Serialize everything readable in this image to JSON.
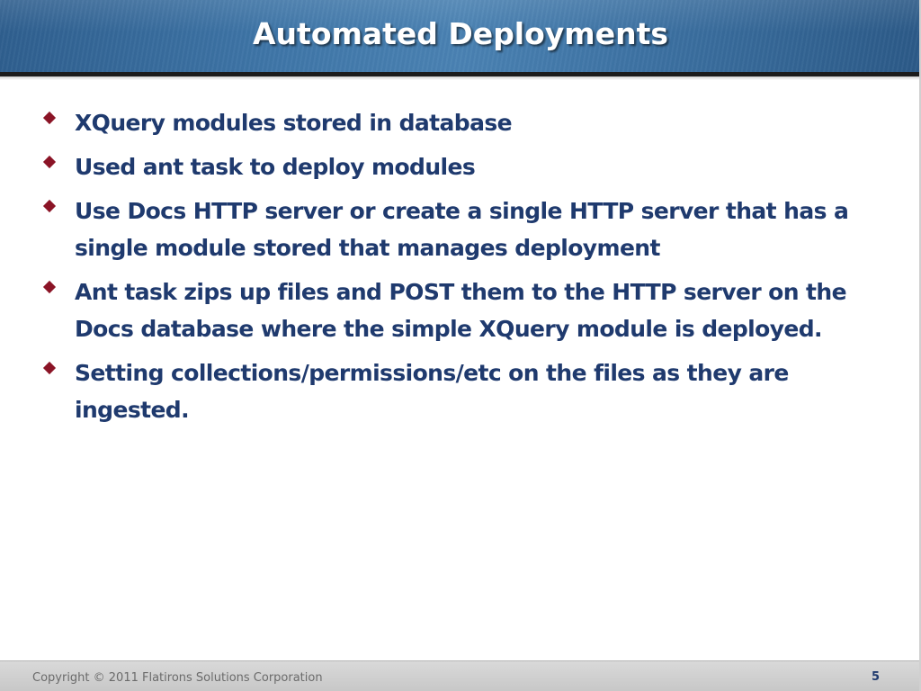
{
  "slide": {
    "title": "Automated Deployments",
    "bullets": [
      {
        "text": "XQuery modules stored in database"
      },
      {
        "text": "Used ant task to deploy modules"
      },
      {
        "text": "Use Docs HTTP server or create a single HTTP server that has a single module stored that manages deployment"
      },
      {
        "text": "Ant task zips up files and POST them to the HTTP server on the Docs database where the simple XQuery module is deployed."
      },
      {
        "text": "Setting collections/permissions/etc on the files as they are ingested."
      }
    ]
  },
  "footer": {
    "copyright": "Copyright © 2011 Flatirons Solutions Corporation",
    "page_number": "5"
  },
  "colors": {
    "title_bar": "#3f76a8",
    "title_text": "#ffffff",
    "body_text": "#1f3a6e",
    "bullet": "#8b1426",
    "footer_bg": "#cfcfcf",
    "footer_text": "#6b6b6b"
  },
  "icons": {
    "bullet": "diamond-bullet-icon"
  }
}
